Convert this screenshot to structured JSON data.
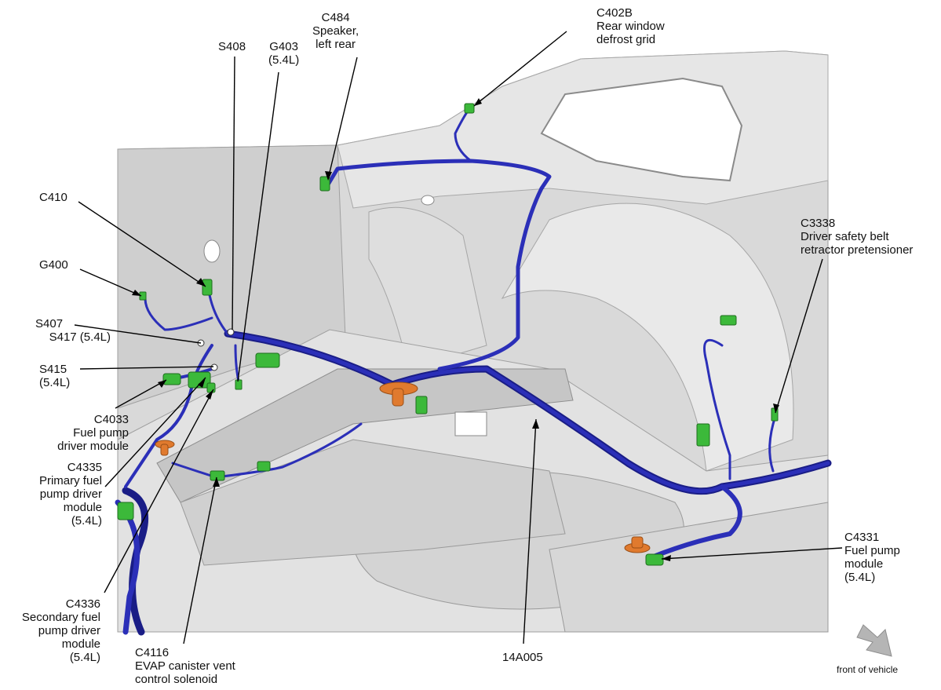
{
  "colors": {
    "harness": "#2b2fb8",
    "harness_dark": "#1a1d86",
    "connector": "#3cb93a",
    "grommet": "#e07a2e",
    "body_panel": "#dcdcdc",
    "arrow_gray": "#b5b5b5"
  },
  "icons": {
    "front_arrow": "arrow-icon"
  },
  "labels": {
    "c484": [
      "C484",
      "Speaker,",
      "left rear"
    ],
    "c402b": [
      "C402B",
      "Rear window",
      "defrost grid"
    ],
    "s408": [
      "S408"
    ],
    "g403": [
      "G403",
      "(5.4L)"
    ],
    "c410": [
      "C410"
    ],
    "g400": [
      "G400"
    ],
    "s407": [
      "S407",
      "S417 (5.4L)"
    ],
    "s415": [
      "S415",
      "(5.4L)"
    ],
    "c4033": [
      "C4033",
      "Fuel pump",
      "driver module"
    ],
    "c4335": [
      "C4335",
      "Primary fuel",
      "pump driver",
      "module",
      "(5.4L)"
    ],
    "c3338": [
      "C3338",
      "Driver safety belt",
      "retractor pretensioner"
    ],
    "c4331": [
      "C4331",
      "Fuel pump",
      "module",
      "(5.4L)"
    ],
    "c4336": [
      "C4336",
      "Secondary fuel",
      "pump driver",
      "module",
      "(5.4L)"
    ],
    "c4116": [
      "C4116",
      "EVAP canister vent",
      "control solenoid"
    ],
    "harness_14a005": [
      "14A005"
    ],
    "front_of_vehicle": [
      "front of vehicle"
    ]
  }
}
